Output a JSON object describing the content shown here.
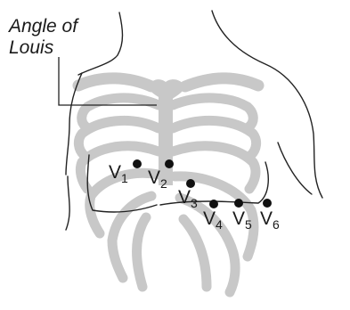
{
  "callout": {
    "line1": "Angle of",
    "line2": "Louis"
  },
  "leads": [
    {
      "id": "v1",
      "letter": "V",
      "number": "1"
    },
    {
      "id": "v2",
      "letter": "V",
      "number": "2"
    },
    {
      "id": "v3",
      "letter": "V",
      "number": "3"
    },
    {
      "id": "v4",
      "letter": "V",
      "number": "4"
    },
    {
      "id": "v5",
      "letter": "V",
      "number": "5"
    },
    {
      "id": "v6",
      "letter": "V",
      "number": "6"
    }
  ],
  "colors": {
    "outline": "#222222",
    "bone": "#c8c8c8",
    "electrode": "#111111"
  }
}
